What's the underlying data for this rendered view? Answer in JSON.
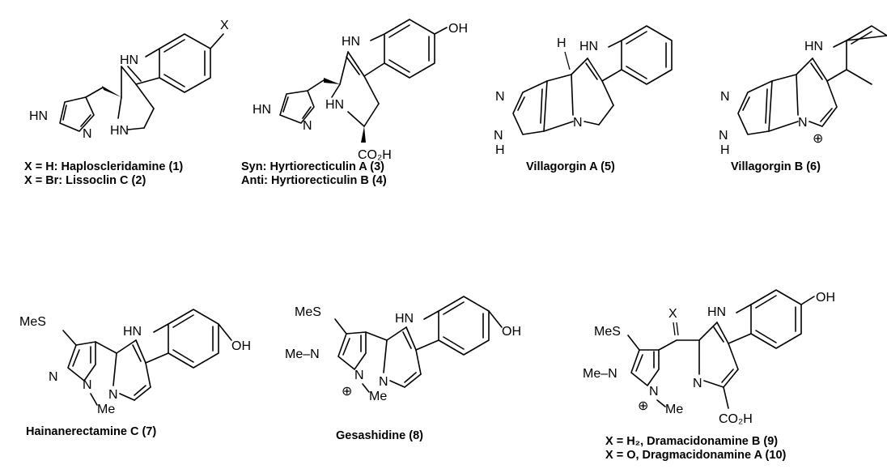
{
  "compounds": [
    {
      "id": "1-2",
      "lines": [
        "X = H: Haploscleridamine (1)",
        "X = Br: Lissoclin C (2)"
      ]
    },
    {
      "id": "3-4",
      "lines": [
        "Syn: Hyrtiorecticulin A (3)",
        "Anti: Hyrtiorecticulin B (4)"
      ]
    },
    {
      "id": "5",
      "lines": [
        "Villagorgin A (5)"
      ]
    },
    {
      "id": "6",
      "lines": [
        "Villagorgin B (6)"
      ]
    },
    {
      "id": "7",
      "lines": [
        "Hainanerectamine C (7)"
      ]
    },
    {
      "id": "8",
      "lines": [
        "Gesashidine (8)"
      ]
    },
    {
      "id": "9-10",
      "lines": [
        "X = H₂, Dramacidonamine B (9)",
        "X = O, Dragmacidonamine A (10)"
      ]
    }
  ],
  "atoms": {
    "x": "X",
    "nh": "NH",
    "hn": "HN",
    "n": "N",
    "h": "H",
    "oh": "OH",
    "co2h": "CO₂H",
    "mes": "MeS",
    "me": "Me",
    "me_n": "Me–N",
    "plus": "⊕"
  }
}
